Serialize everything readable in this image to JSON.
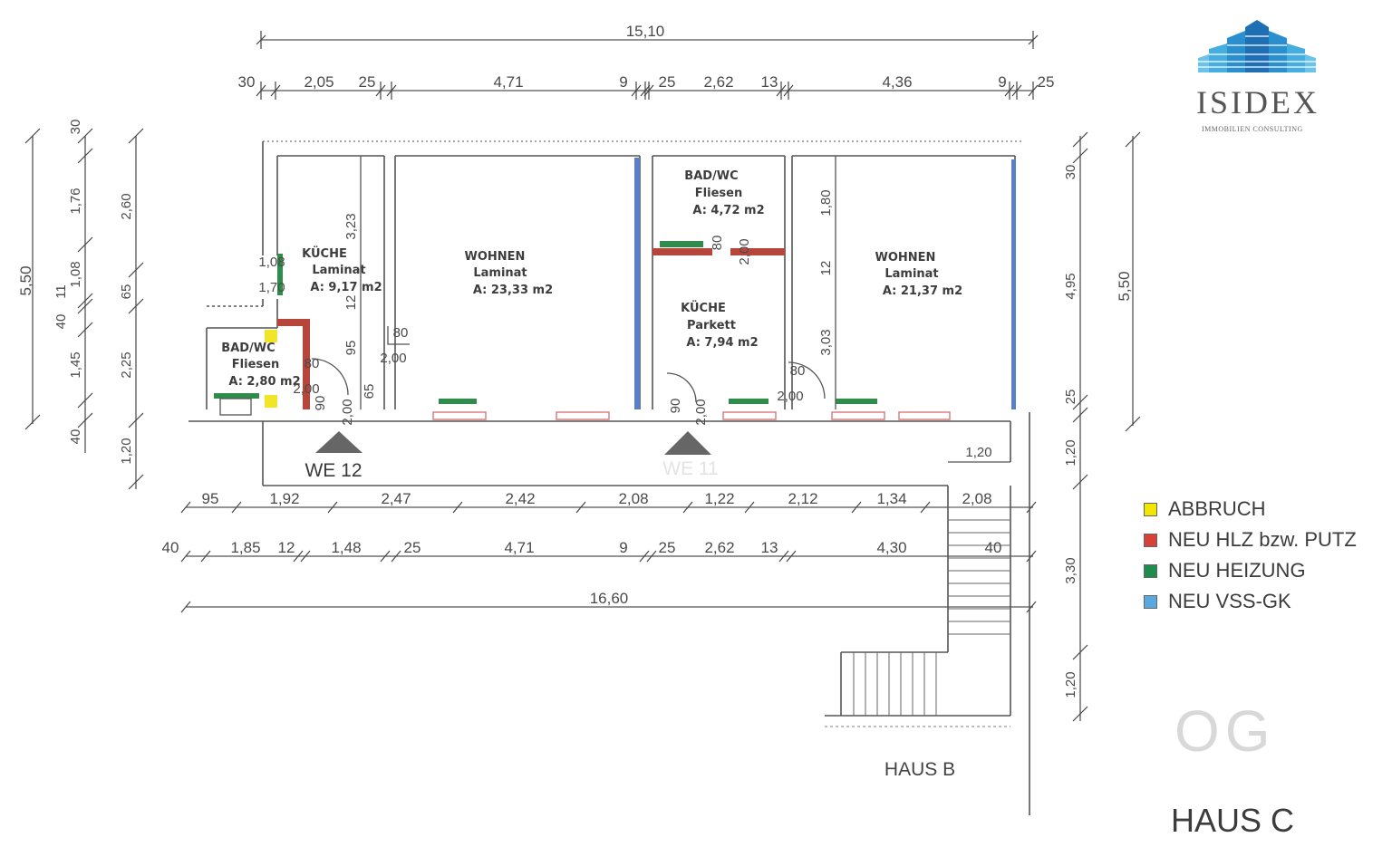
{
  "logo": {
    "brand": "ISIDEX",
    "tagline": "IMMOBILIEN CONSULTING",
    "colors": [
      "#1f6fb4",
      "#2aa0d6"
    ]
  },
  "legend": {
    "items": [
      {
        "label": "ABBRUCH",
        "color": "#f2e600"
      },
      {
        "label": "NEU HLZ bzw. PUTZ",
        "color": "#d8413a"
      },
      {
        "label": "NEU HEIZUNG",
        "color": "#1e8c4a"
      },
      {
        "label": "NEU VSS-GK",
        "color": "#5aa8e0"
      }
    ]
  },
  "floor_code": "OG",
  "house_label": "HAUS C",
  "neighbor_label": "HAUS B",
  "units": {
    "we12": "WE 12",
    "we11": "WE 11"
  },
  "rooms": {
    "kueche1": {
      "name": "KÜCHE",
      "floor": "Laminat",
      "area": "A: 9,17 m2"
    },
    "wohnen1": {
      "name": "WOHNEN",
      "floor": "Laminat",
      "area": "A: 23,33 m2"
    },
    "bad1": {
      "name": "BAD/WC",
      "floor": "Fliesen",
      "area": "A: 2,80 m2"
    },
    "bad2": {
      "name": "BAD/WC",
      "floor": "Fliesen",
      "area": "A: 4,72 m2"
    },
    "kueche2": {
      "name": "KÜCHE",
      "floor": "Parkett",
      "area": "A: 7,94 m2"
    },
    "wohnen2": {
      "name": "WOHNEN",
      "floor": "Laminat",
      "area": "A: 21,37 m2"
    }
  },
  "dims": {
    "top_total": "15,10",
    "top_row": [
      "30",
      "2,05",
      "25",
      "4,71",
      "9",
      "25",
      "2,62",
      "13",
      "4,36",
      "9",
      "25"
    ],
    "bottom_row1": [
      "95",
      "1,92",
      "2,47",
      "2,42",
      "2,08",
      "1,22",
      "2,12",
      "1,34",
      "2,08"
    ],
    "bottom_row2": [
      "40",
      "1,85",
      "12",
      "1,48",
      "25",
      "4,71",
      "9",
      "25",
      "2,62",
      "13",
      "4,30",
      "40"
    ],
    "bottom_total": "16,60",
    "left_total": "5,50",
    "left_col": [
      "30",
      "1,76",
      "1,08",
      "11",
      "40",
      "1,45",
      "40"
    ],
    "left_col2": [
      "2,60",
      "65",
      "2,25",
      "1,20"
    ],
    "right_col": [
      "30",
      "4,95",
      "25",
      "1,20",
      "3,30",
      "1,20"
    ],
    "right_total": "5,50",
    "stair_width": "1,20",
    "interior": [
      "3,23",
      "12",
      "95",
      "65",
      "90",
      "2,00",
      "80",
      "2,00",
      "80",
      "2,00",
      "1,08",
      "1,70",
      "80",
      "2,00",
      "90",
      "2,00",
      "1,80",
      "12",
      "3,03",
      "80",
      "2,00"
    ]
  }
}
